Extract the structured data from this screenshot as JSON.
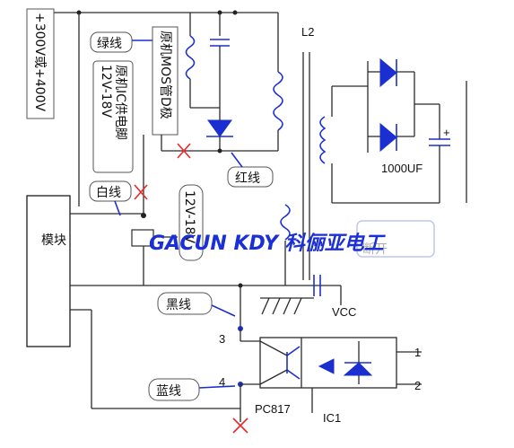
{
  "labels": {
    "supply": "+300V或+400V",
    "green_wire": "绿线",
    "mos_drain": "原机MOS管D极",
    "ic_supply": "原机IC供电脚",
    "ic_voltage": "12V-18V",
    "white_wire": "白线",
    "white_voltage": "12V-18V",
    "red_wire": "红线",
    "module": "模块",
    "black_wire": "黑线",
    "blue_wire": "蓝线",
    "pin3": "3",
    "pin4": "4",
    "pin1": "1",
    "pin2": "2",
    "pc817": "PC817",
    "ic1": "IC1",
    "l2": "L2",
    "cap": "1000UF",
    "plus": "+",
    "vcc": "VCC",
    "faded": "断开"
  },
  "watermark": "GACUN KDY 科俪亚电工",
  "colors": {
    "wire": "#2b2b2b",
    "component": "#1b2fd0",
    "cut_mark": "#e8282a",
    "watermark": "#1a2fd6"
  }
}
